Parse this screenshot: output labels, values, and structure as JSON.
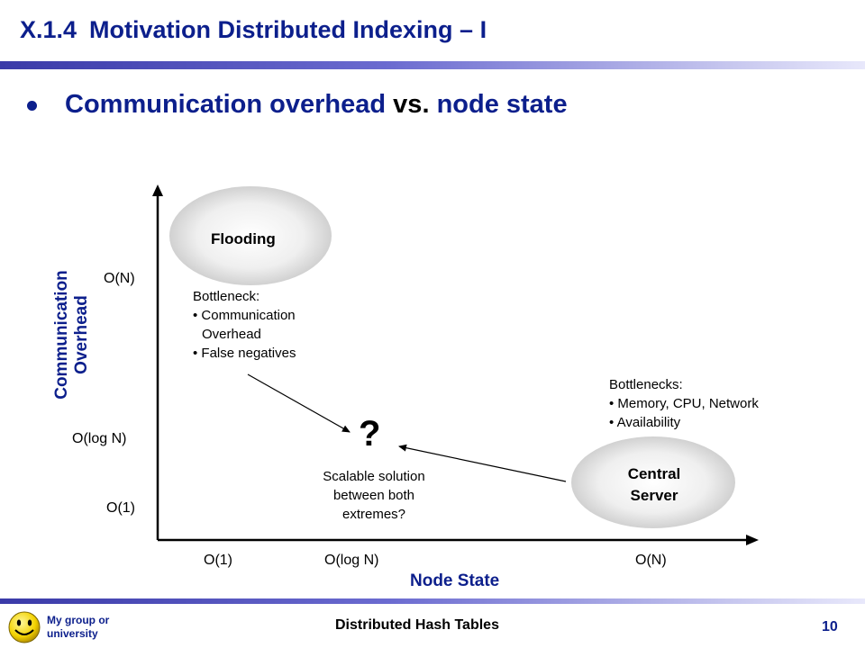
{
  "slide": {
    "section_number": "X.1.4",
    "title": "Motivation Distributed Indexing – I",
    "bullet": {
      "part1": "Communication overhead",
      "part2": " vs. ",
      "part3": "node state"
    }
  },
  "diagram": {
    "y_axis_label_line1": "Communication",
    "y_axis_label_line2": "Overhead",
    "x_axis_label": "Node State",
    "y_ticks": [
      "O(N)",
      "O(log N)",
      "O(1)"
    ],
    "x_ticks": [
      "O(1)",
      "O(log N)",
      "O(N)"
    ],
    "flooding": {
      "label": "Flooding",
      "note_title": "Bottleneck:",
      "note_items": [
        "Communication",
        "Overhead",
        "False negatives"
      ]
    },
    "central_server": {
      "label_line1": "Central",
      "label_line2": "Server",
      "note_title": "Bottlenecks:",
      "note_items": [
        "Memory, CPU, Network",
        "Availability"
      ]
    },
    "question_mark": "?",
    "scalable_text": [
      "Scalable solution",
      "between both",
      "extremes?"
    ]
  },
  "footer": {
    "org_line1": "My group or",
    "org_line2": "university",
    "center_text": "Distributed Hash Tables",
    "page_number": "10"
  }
}
